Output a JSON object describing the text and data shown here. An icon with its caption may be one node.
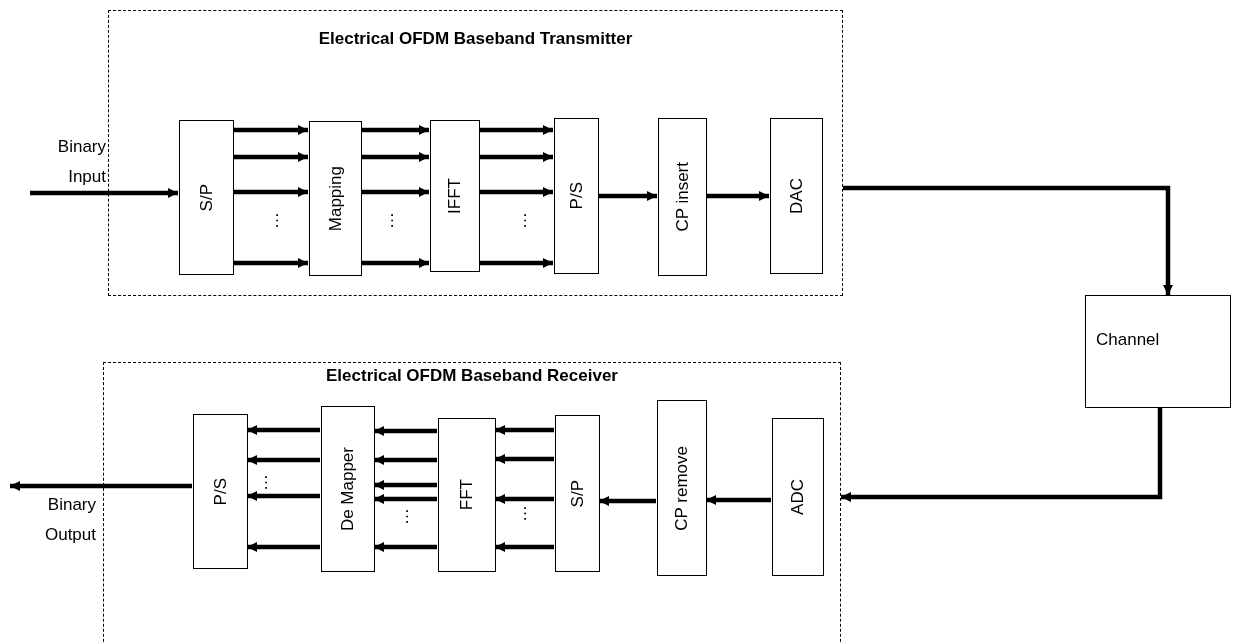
{
  "diagram": {
    "nodes": [
      {
        "text": [
          "Electrical OFDM Baseband Transmitter"
        ]
      },
      {
        "text": [
          "S/P"
        ],
        "in": 0
      },
      {
        "text": [
          "Mapping"
        ],
        "in": 0
      },
      {
        "text": [
          "IFFT"
        ],
        "in": 0
      },
      {
        "text": [
          "P/S"
        ],
        "in": 0
      },
      {
        "text": [
          "CP insert"
        ],
        "in": 0
      },
      {
        "text": [
          "DAC"
        ],
        "in": 0
      },
      {
        "text": [
          "Channel"
        ]
      },
      {
        "text": [
          "Electrical OFDM Baseband Receiver"
        ]
      },
      {
        "text": [
          "P/S"
        ],
        "in": 8
      },
      {
        "text": [
          "De Mapper"
        ],
        "in": 8
      },
      {
        "text": [
          "FFT"
        ],
        "in": 8
      },
      {
        "text": [
          "S/P"
        ],
        "in": 8
      },
      {
        "text": [
          "CP remove"
        ],
        "in": 8
      },
      {
        "text": [
          "ADC"
        ],
        "in": 8
      }
    ],
    "edges": [
      {
        "from": null,
        "to": 1,
        "arrow": "to",
        "label": "Binary Input"
      },
      {
        "from": 1,
        "to": 2,
        "arrow": "to"
      },
      {
        "from": 1,
        "to": 2,
        "arrow": "to"
      },
      {
        "from": 1,
        "to": 2,
        "arrow": "to"
      },
      {
        "from": 1,
        "to": 2,
        "arrow": "to"
      },
      {
        "from": 2,
        "to": 3,
        "arrow": "to"
      },
      {
        "from": 2,
        "to": 3,
        "arrow": "to"
      },
      {
        "from": 2,
        "to": 3,
        "arrow": "to"
      },
      {
        "from": 2,
        "to": 3,
        "arrow": "to"
      },
      {
        "from": 3,
        "to": 4,
        "arrow": "to"
      },
      {
        "from": 3,
        "to": 4,
        "arrow": "to"
      },
      {
        "from": 3,
        "to": 4,
        "arrow": "to"
      },
      {
        "from": 3,
        "to": 4,
        "arrow": "to"
      },
      {
        "from": 4,
        "to": 5,
        "arrow": "to"
      },
      {
        "from": 5,
        "to": 6,
        "arrow": "to"
      },
      {
        "from": 0,
        "to": 7,
        "arrow": "to"
      },
      {
        "from": 7,
        "to": 8,
        "arrow": "to"
      },
      {
        "from": 14,
        "to": 13,
        "arrow": "to"
      },
      {
        "from": 13,
        "to": 12,
        "arrow": "to"
      },
      {
        "from": 12,
        "to": 11,
        "arrow": "to"
      },
      {
        "from": 12,
        "to": 11,
        "arrow": "to"
      },
      {
        "from": 12,
        "to": 11,
        "arrow": "to"
      },
      {
        "from": 12,
        "to": 11,
        "arrow": "to"
      },
      {
        "from": 11,
        "to": 10,
        "arrow": "to"
      },
      {
        "from": 11,
        "to": 10,
        "arrow": "to"
      },
      {
        "from": 11,
        "to": 10,
        "arrow": "to"
      },
      {
        "from": 11,
        "to": 10,
        "arrow": "to"
      },
      {
        "from": 11,
        "to": 10,
        "arrow": "to"
      },
      {
        "from": 10,
        "to": 9,
        "arrow": "to"
      },
      {
        "from": 10,
        "to": 9,
        "arrow": "to"
      },
      {
        "from": 10,
        "to": 9,
        "arrow": "to"
      },
      {
        "from": 10,
        "to": 9,
        "arrow": "to"
      },
      {
        "from": 9,
        "to": null,
        "arrow": "to",
        "label": "Binary Output"
      }
    ],
    "labels": [
      "…",
      "…",
      "…",
      "…",
      "…",
      "…"
    ]
  }
}
